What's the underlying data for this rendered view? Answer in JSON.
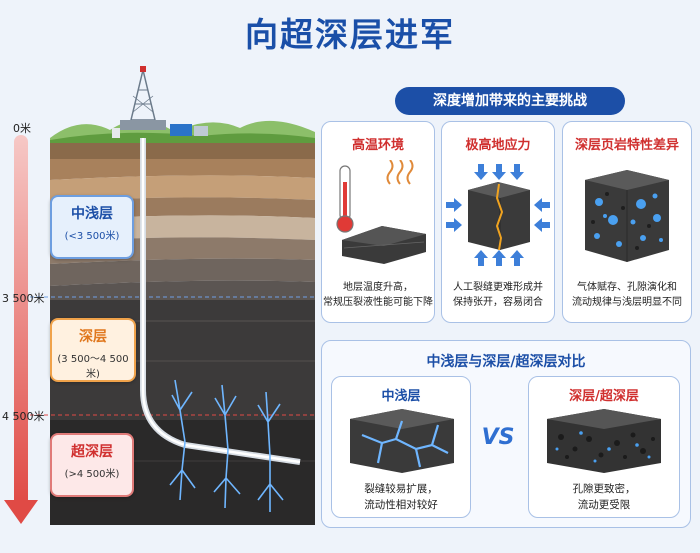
{
  "title": "向超深层进军",
  "depth": {
    "mark_0": "0米",
    "mark_3500": "3 500米",
    "mark_4500": "4 500米"
  },
  "zones": [
    {
      "name": "中浅层",
      "depth": "(<3 500米)"
    },
    {
      "name": "深层",
      "depth": "(3 500～4 500米)"
    },
    {
      "name": "超深层",
      "depth": "(>4 500米)"
    }
  ],
  "challenges": {
    "title": "深度增加带来的主要挑战",
    "cards": [
      {
        "title": "高温环境",
        "text1": "地层温度升高，",
        "text2": "常规压裂液性能可能下降"
      },
      {
        "title": "极高地应力",
        "text1": "人工裂缝更难形成并",
        "text2": "保持张开，容易闭合"
      },
      {
        "title": "深层页岩特性差异",
        "text1": "气体赋存、孔隙演化和",
        "text2": "流动规律与浅层明显不同"
      }
    ]
  },
  "comparison": {
    "title": "中浅层与深层/超深层对比",
    "vs": "VS",
    "left": {
      "title": "中浅层",
      "text1": "裂缝较易扩展，",
      "text2": "流动性相对较好"
    },
    "right": {
      "title": "深层/超深层",
      "text1": "孔隙更致密，",
      "text2": "流动更受限"
    }
  },
  "colors": {
    "accent": "#1c4fa7",
    "challenge_red": "#d0302f",
    "fracture_blue": "#6fb6ff",
    "depth_red": "#e04a45"
  }
}
